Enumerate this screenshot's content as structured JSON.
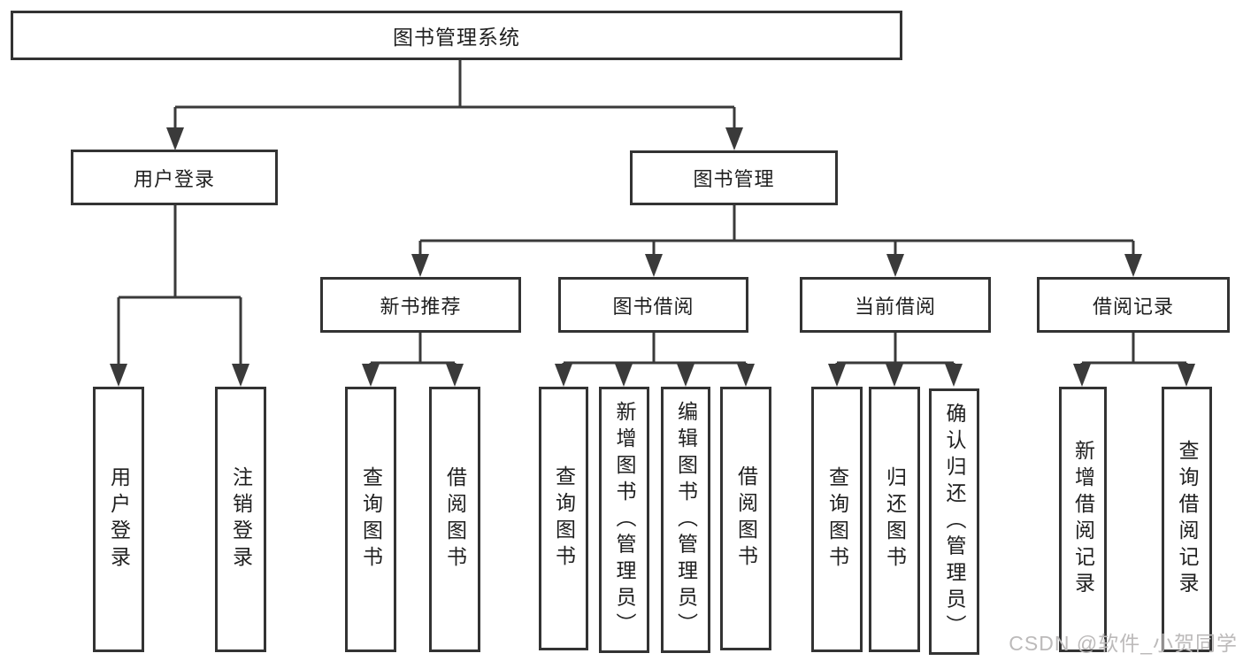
{
  "diagram": {
    "type": "hierarchy-tree",
    "tree": {
      "root": {
        "label": "图书管理系统"
      },
      "children": [
        {
          "label": "用户登录",
          "children": [
            {
              "label": "用户登录"
            },
            {
              "label": "注销登录"
            }
          ]
        },
        {
          "label": "图书管理",
          "children": [
            {
              "label": "新书推荐",
              "children": [
                {
                  "label": "查询图书"
                },
                {
                  "label": "借阅图书"
                }
              ]
            },
            {
              "label": "图书借阅",
              "children": [
                {
                  "label": "查询图书"
                },
                {
                  "label": "新增图书（管理员）"
                },
                {
                  "label": "编辑图书（管理员）"
                },
                {
                  "label": "借阅图书"
                }
              ]
            },
            {
              "label": "当前借阅",
              "children": [
                {
                  "label": "查询图书"
                },
                {
                  "label": "归还图书"
                },
                {
                  "label": "确认归还（管理员）"
                }
              ]
            },
            {
              "label": "借阅记录",
              "children": [
                {
                  "label": "新增借阅记录"
                },
                {
                  "label": "查询借阅记录"
                }
              ]
            }
          ]
        }
      ]
    },
    "colors": {
      "line": "#3a3a3a",
      "border": "#333333",
      "text": "#1f1f1f",
      "background": "#ffffff",
      "watermark": "#bcbaba"
    }
  },
  "watermark": {
    "text": "CSDN @软件_小贺同学"
  }
}
